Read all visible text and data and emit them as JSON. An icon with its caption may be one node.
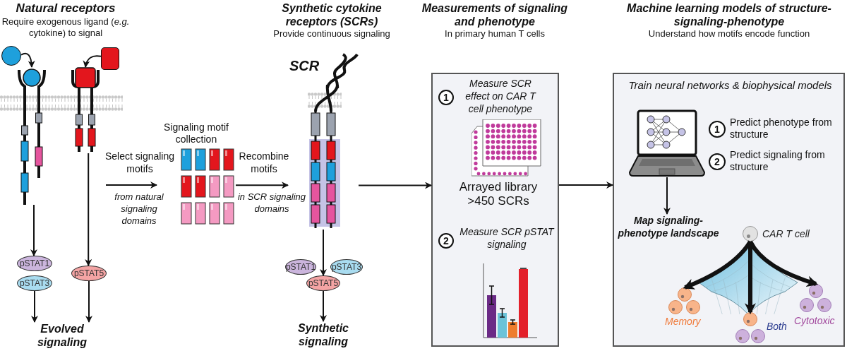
{
  "diagram": {
    "nodes": [
      {
        "text": [],
        "shape": "circle"
      },
      {
        "text": [],
        "shape": "picture"
      },
      {
        "text": [],
        "shape": "box"
      },
      {
        "text": [],
        "shape": "picture"
      },
      {
        "text": [
          "pSTAT1"
        ]
      },
      {
        "text": [
          "pSTAT3"
        ]
      },
      {
        "text": [
          "pSTAT5"
        ]
      },
      {
        "text": [
          "Evolved signaling"
        ]
      },
      {
        "text": [
          "Signaling motif collection"
        ]
      },
      {
        "text": [
          "SCR"
        ]
      },
      {
        "text": [
          "pSTAT1"
        ]
      },
      {
        "text": [
          "pSTAT3"
        ]
      },
      {
        "text": [
          "pSTAT5"
        ]
      },
      {
        "text": [
          "Synthetic signaling"
        ]
      },
      {
        "text": [
          "Measure SCR effect on CAR T cell phenotype",
          "Arrayed library >450 SCRs",
          "Measure SCR pSTAT signaling"
        ]
      },
      {
        "text": [
          "1"
        ],
        "in": 14
      },
      {
        "text": [
          "2"
        ],
        "in": 14
      },
      {
        "text": [
          "Train neural networks & biophysical models",
          "Predict phenotype from structure",
          "Predict signaling from structure"
        ]
      },
      {
        "text": [
          "1"
        ],
        "in": 17
      },
      {
        "text": [
          "2"
        ],
        "in": 17
      },
      {
        "text": [],
        "shape": "picture",
        "in": 17
      },
      {
        "text": [
          "Map signaling-phenotype landscape"
        ],
        "in": 17
      },
      {
        "text": [],
        "shape": "circle",
        "in": 17,
        "beside": [
          "CAR T cell"
        ]
      },
      {
        "text": [],
        "shape": "picture",
        "in": 17,
        "beside": [
          "Memory"
        ]
      },
      {
        "text": [],
        "shape": "picture",
        "in": 17,
        "beside": [
          "Both"
        ]
      },
      {
        "text": [],
        "shape": "picture",
        "in": 17,
        "beside": [
          "Cytotoxic"
        ]
      }
    ],
    "edges": [
      {
        "from": 0,
        "to": 1,
        "arrow": "to"
      },
      {
        "from": 2,
        "to": 3,
        "arrow": "to"
      },
      {
        "from": 1,
        "to": 4,
        "arrow": "to"
      },
      {
        "from": 3,
        "to": 6,
        "arrow": "to"
      },
      {
        "from": 5,
        "to": 7,
        "arrow": "to"
      },
      {
        "from": 6,
        "to": 7,
        "arrow": "to"
      },
      {
        "from": null,
        "to": 8,
        "arrow": "to",
        "label": "Select signaling motifs"
      },
      {
        "from": 8,
        "to": 9,
        "arrow": "to",
        "label": "Recombine motifs"
      },
      {
        "from": 9,
        "to": 12,
        "arrow": "to"
      },
      {
        "from": 12,
        "to": 13,
        "arrow": "to"
      },
      {
        "from": 9,
        "to": 14,
        "arrow": "to"
      },
      {
        "from": 14,
        "to": 17,
        "arrow": "to"
      },
      {
        "from": 20,
        "to": 21,
        "arrow": "to"
      },
      {
        "from": 22,
        "to": 23,
        "arrow": "to",
        "style": "thick"
      },
      {
        "from": 22,
        "to": 24,
        "arrow": "to",
        "style": "thick"
      },
      {
        "from": 22,
        "to": 25,
        "arrow": "to",
        "style": "thick"
      }
    ],
    "labels": [
      "Natural receptors",
      "Require exogenous ligand (*e.g.* cytokine) to signal",
      "Synthetic cytokine receptors (SCRs)",
      "Provide continuous signaling",
      "Measurements of signaling and phenotype",
      "In primary human T cells",
      "Machine learning models of structure-signaling-phenotype",
      "Understand how motifs encode function",
      "from natural signaling domains",
      "in SCR signaling domains"
    ]
  }
}
